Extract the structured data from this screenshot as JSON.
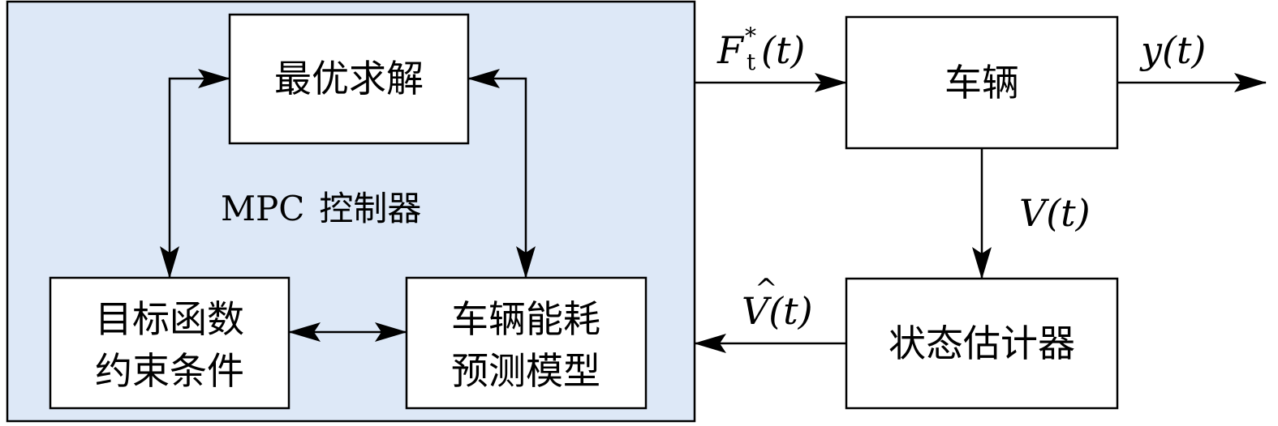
{
  "controller": {
    "label_prefix": "MPC",
    "label_suffix": "控制器"
  },
  "blocks": {
    "optimizer": {
      "text": "最优求解"
    },
    "objective": {
      "line1": "目标函数",
      "line2": "约束条件"
    },
    "energy_model": {
      "line1": "车辆能耗",
      "line2": "预测模型"
    },
    "vehicle": {
      "text": "车辆"
    },
    "state_estimator": {
      "text": "状态估计器"
    }
  },
  "signals": {
    "control_input": {
      "symbol": "F",
      "subscript": "t",
      "superscript": "*",
      "arg": "(t)"
    },
    "output": {
      "symbol": "y",
      "arg": "(t)"
    },
    "speed": {
      "symbol": "V",
      "arg": "(t)"
    },
    "speed_estimate": {
      "symbol": "V",
      "hat": "^",
      "arg": "(t)"
    }
  },
  "colors": {
    "panel_fill": "#dde8f7",
    "stroke": "#000000"
  }
}
